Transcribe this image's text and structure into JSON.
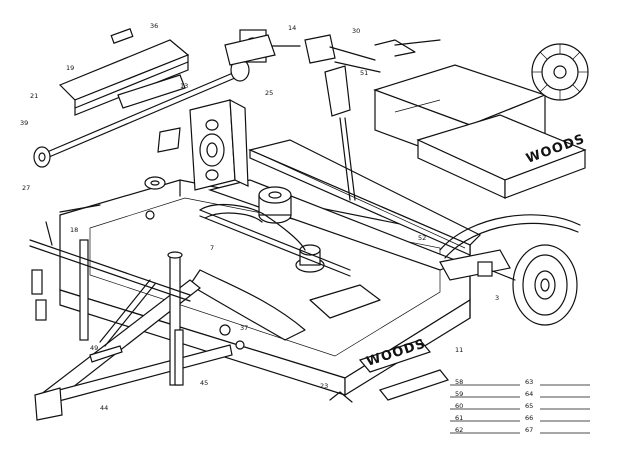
{
  "drawing": {
    "brand_main": "WOODS",
    "brand_box": "WOODS"
  },
  "callouts": {
    "col_left": [
      "58",
      "59",
      "60",
      "61",
      "62"
    ],
    "col_right": [
      "63",
      "64",
      "65",
      "66",
      "67"
    ]
  },
  "part_numbers": [
    {
      "id": "a",
      "text": "36"
    },
    {
      "id": "b",
      "text": "19"
    },
    {
      "id": "c",
      "text": "21"
    },
    {
      "id": "d",
      "text": "39"
    },
    {
      "id": "e",
      "text": "13"
    },
    {
      "id": "f",
      "text": "25"
    },
    {
      "id": "g",
      "text": "14"
    },
    {
      "id": "h",
      "text": "30"
    },
    {
      "id": "i",
      "text": "51"
    },
    {
      "id": "j",
      "text": "52"
    },
    {
      "id": "k",
      "text": "3"
    },
    {
      "id": "l",
      "text": "11"
    },
    {
      "id": "m",
      "text": "23"
    },
    {
      "id": "n",
      "text": "45"
    },
    {
      "id": "o",
      "text": "44"
    },
    {
      "id": "p",
      "text": "27"
    },
    {
      "id": "q",
      "text": "18"
    },
    {
      "id": "r",
      "text": "7"
    },
    {
      "id": "s",
      "text": "37"
    },
    {
      "id": "t",
      "text": "49"
    }
  ]
}
